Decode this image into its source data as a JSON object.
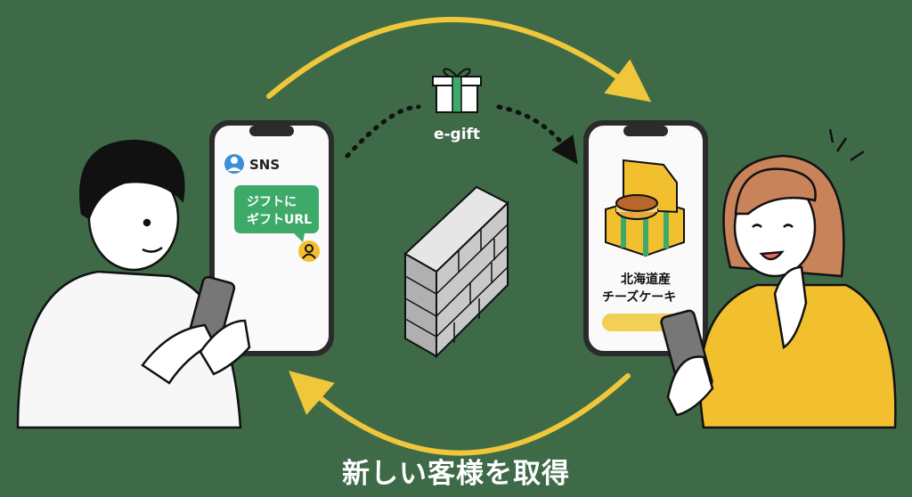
{
  "sender_phone": {
    "app_label": "SNS",
    "message_line1": "ジフトに",
    "message_line2": "ギフトURL"
  },
  "gift_label": "e-gift",
  "receiver_phone": {
    "product_line1": "北海道産",
    "product_line2": "チーズケーキ"
  },
  "caption": "新しい客様を取得",
  "colors": {
    "background": "#3e6a48",
    "arrow": "#f0c63a",
    "bubble": "#3daa6a",
    "sweater": "#f2bf2f"
  }
}
